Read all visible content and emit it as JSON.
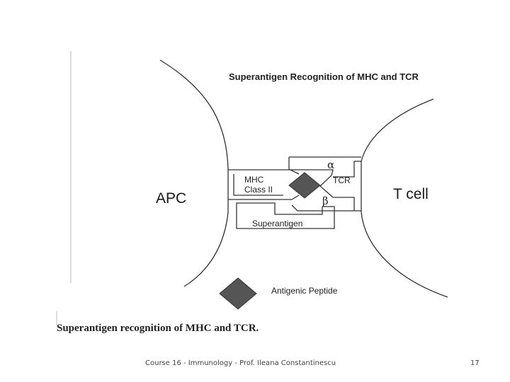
{
  "diagram": {
    "title": "Superantigen Recognition of MHC and TCR",
    "apc_label": "APC",
    "tcell_label": "T cell",
    "mhc_line1": "MHC",
    "mhc_line2": "Class II",
    "tcr_label": "TCR",
    "alpha_label": "α",
    "beta_label": "β",
    "superantigen_label": "Superantigen",
    "legend_label": "Antigenic Peptide"
  },
  "caption": "Superantigen recognition of MHC and TCR.",
  "footer": {
    "course": "Course 16 - Immunology - Prof. Ileana Constantinescu",
    "page_number": "17"
  }
}
